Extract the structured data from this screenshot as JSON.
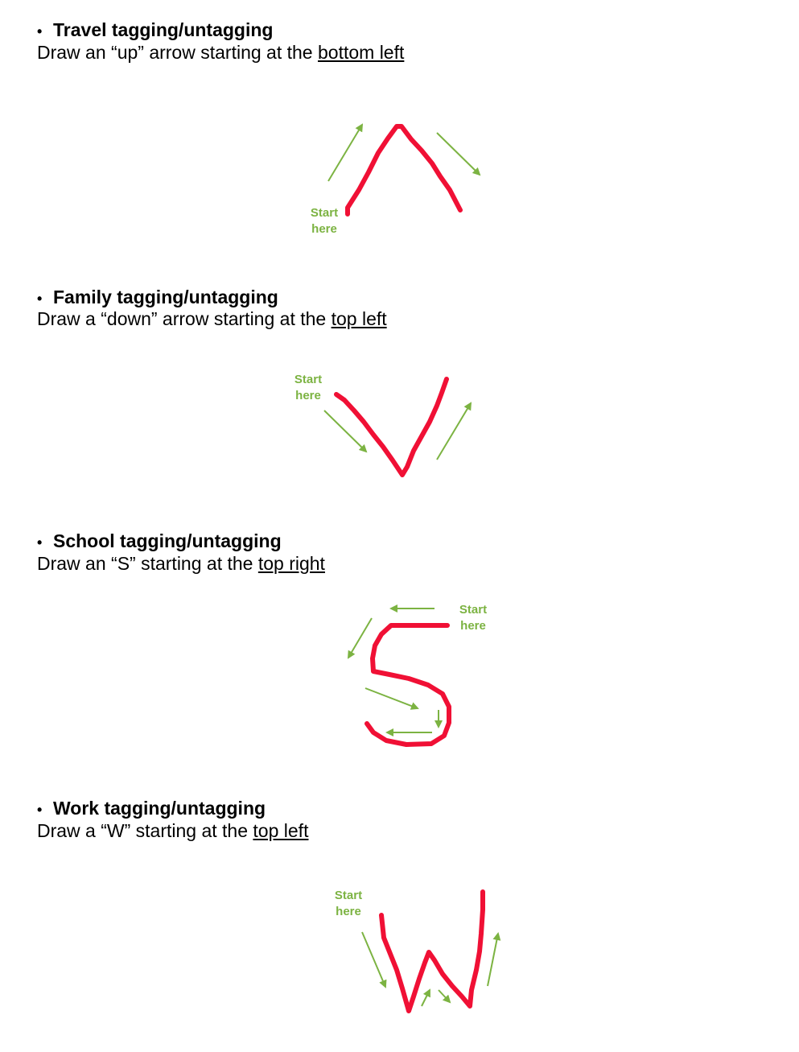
{
  "colors": {
    "stroke": "#f01035",
    "guide": "#7cb342",
    "text": "#000000"
  },
  "sections": [
    {
      "bullet": "•",
      "title": "Travel tagging/untagging",
      "instruction_prefix": "Draw an “up” arrow starting at the",
      "instruction_location": "bottom left",
      "start_line1": "Start",
      "start_line2": "here"
    },
    {
      "bullet": "•",
      "title": "Family tagging/untagging",
      "instruction_prefix": "Draw a “down” arrow starting at the",
      "instruction_location": "top left",
      "start_line1": "Start",
      "start_line2": "here"
    },
    {
      "bullet": "•",
      "title": "School tagging/untagging",
      "instruction_prefix": "Draw an “S” starting at the",
      "instruction_location": "top right",
      "start_line1": "Start",
      "start_line2": "here"
    },
    {
      "bullet": "•",
      "title": "Work tagging/untagging",
      "instruction_prefix": "Draw a “W” starting at the",
      "instruction_location": "top left",
      "start_line1": "Start",
      "start_line2": "here"
    }
  ]
}
